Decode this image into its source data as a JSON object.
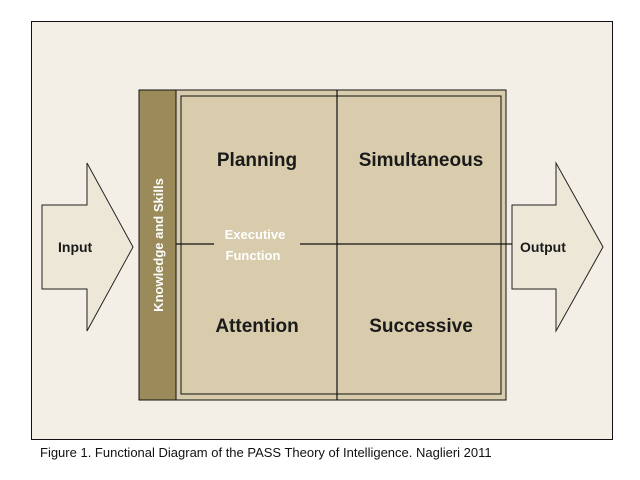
{
  "diagram": {
    "input_label": "Input",
    "output_label": "Output",
    "side_bar_label": "Knowledge and Skills",
    "quadrants": {
      "top_left": "Planning",
      "top_right": "Simultaneous",
      "bottom_left": "Attention",
      "bottom_right": "Successive"
    },
    "center_label_line1": "Executive",
    "center_label_line2": "Function"
  },
  "caption": "Figure 1. Functional Diagram of the PASS Theory of Intelligence. Naglieri 2011",
  "colors": {
    "frame_bg": "#f3efe6",
    "quadrant_fill": "#d8ccad",
    "side_bar_fill": "#9b8b5a",
    "arrow_fill": "#ede7d7"
  }
}
